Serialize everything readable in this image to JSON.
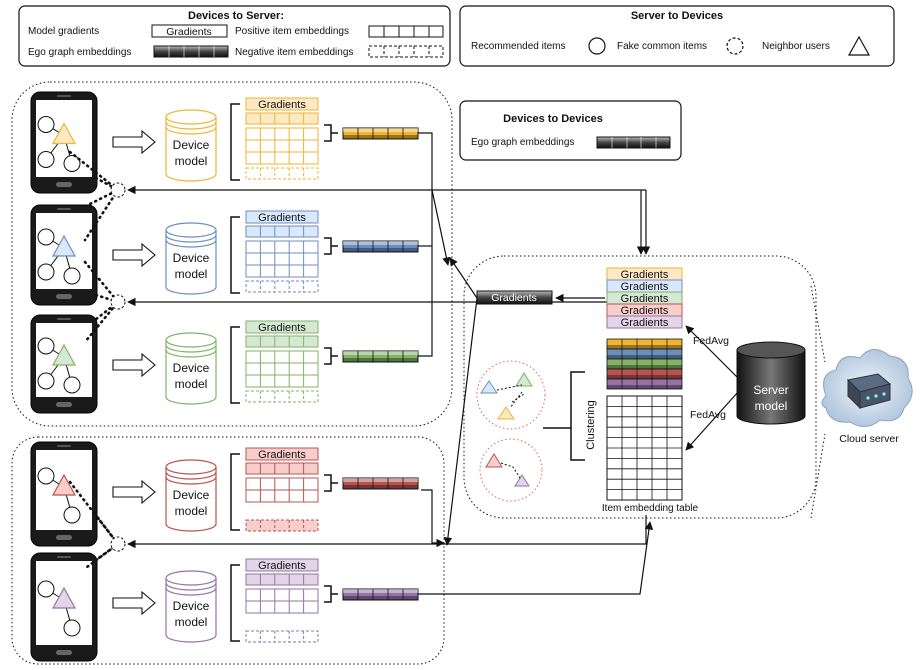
{
  "legend_devices_to_server": {
    "title": "Devices to Server:",
    "model_gradients": "Model gradients",
    "gradients_box": "Gradients",
    "positive_item_embeddings": "Positive item embeddings",
    "ego_graph_embeddings": "Ego graph embeddings",
    "negative_item_embeddings": "Negative item embeddings"
  },
  "legend_server_to_devices": {
    "title": "Server to Devices",
    "recommended_items": "Recommended items",
    "fake_common_items": "Fake common items",
    "neighbor_users": "Neighbor users"
  },
  "legend_devices_to_devices": {
    "title": "Devices to Devices",
    "ego_graph_embeddings": "Ego graph embeddings"
  },
  "device_model_label": "Device model",
  "gradients_label": "Gradients",
  "server": {
    "gradients_label": "Gradients",
    "fedavg_top": "FedAvg",
    "fedavg_bottom": "FedAvg",
    "model_label": "Server model",
    "clustering_label": "Clustering",
    "item_table_label": "Item embedding table",
    "cloud_label": "Cloud server"
  },
  "colors": {
    "orange": "#f0b430",
    "orange_fill": "#fde9c4",
    "blue": "#6c8ebf",
    "blue_fill": "#dae8fc",
    "green": "#82b366",
    "green_fill": "#d5e8d4",
    "red": "#b85450",
    "red_fill": "#f8cecc",
    "purple": "#9673a6",
    "purple_fill": "#e1d5e7"
  }
}
